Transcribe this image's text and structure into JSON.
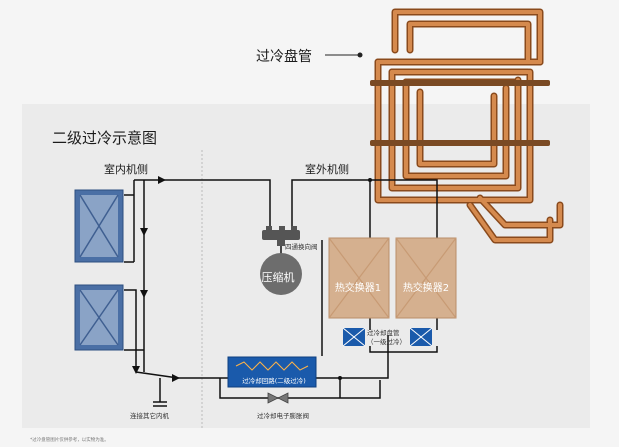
{
  "title": "二级过冷示意图",
  "indoor_side_label": "室内机侧",
  "outdoor_side_label": "室外机侧",
  "subcooling_coil_label": "过冷盘管",
  "four_way_valve_label": "四通换向阀",
  "compressor_label": "压缩机",
  "heat_exchanger_1_label": "热交换器1",
  "heat_exchanger_2_label": "热交换器2",
  "subcooling_coil_stage1_label": "过冷却盘管",
  "subcooling_coil_stage1_sublabel": "（一级过冷）",
  "subcooling_exchanger_label": "过冷却回路(二级过冷)",
  "expansion_valve_label": "过冷却电子膨胀阀",
  "connect_indoor_label": "连接其它内机",
  "footnote": "*过冷盘管图片仅供参考，以实物为准。",
  "colors": {
    "copper": "#c8783e",
    "indoor_unit_blue": "#4a6fa5",
    "heat_exchanger_tan": "#d5b08f",
    "compressor_gray": "#6d6d6d",
    "subcool_blue": "#1a5aab",
    "pipe": "#111111",
    "background": "#f5f5f5",
    "panel": "#ebebeb"
  }
}
